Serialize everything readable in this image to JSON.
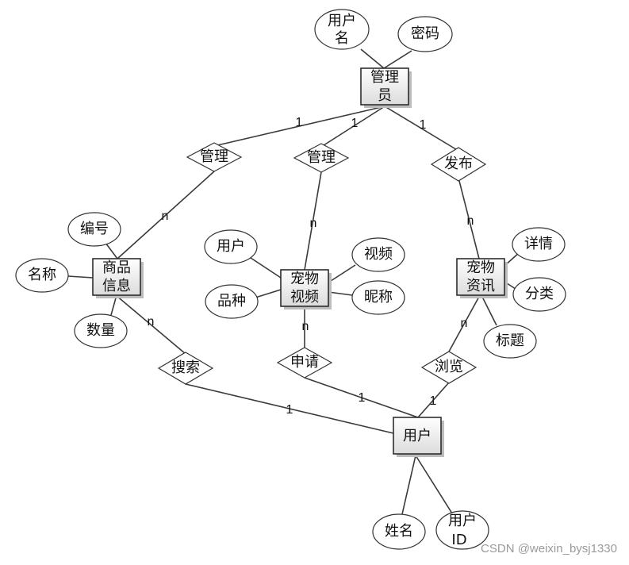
{
  "diagram": {
    "entities": {
      "admin": [
        "管理",
        "员"
      ],
      "goods": [
        "商品",
        "信息"
      ],
      "video": [
        "宠物",
        "视频"
      ],
      "news": [
        "宠物",
        "资讯"
      ],
      "user": [
        "用户"
      ]
    },
    "relationships": {
      "manage_goods": "管理",
      "manage_video": "管理",
      "publish": "发布",
      "search": "搜索",
      "apply": "申请",
      "browse": "浏览"
    },
    "attributes": {
      "admin_username": [
        "用户",
        "名"
      ],
      "admin_password": [
        "密码"
      ],
      "goods_number": [
        "编号"
      ],
      "goods_name": [
        "名称"
      ],
      "goods_quantity": [
        "数量"
      ],
      "video_user": [
        "用户"
      ],
      "video_breed": [
        "品种"
      ],
      "video_video": [
        "视频"
      ],
      "video_nickname": [
        "昵称"
      ],
      "news_detail": [
        "详情"
      ],
      "news_category": [
        "分类"
      ],
      "news_title": [
        "标题"
      ],
      "user_name": [
        "姓名"
      ],
      "user_id": [
        "用户",
        "ID"
      ]
    },
    "cardinalities": {
      "admin_manage_goods": "1",
      "admin_manage_video": "1",
      "admin_publish": "1",
      "manage_goods_goods": "n",
      "manage_video_video": "n",
      "publish_news": "n",
      "goods_search": "n",
      "video_apply": "n",
      "news_browse": "n",
      "search_user": "1",
      "apply_user": "1",
      "browse_user": "1"
    }
  },
  "watermark": "CSDN @weixin_bysj1330"
}
